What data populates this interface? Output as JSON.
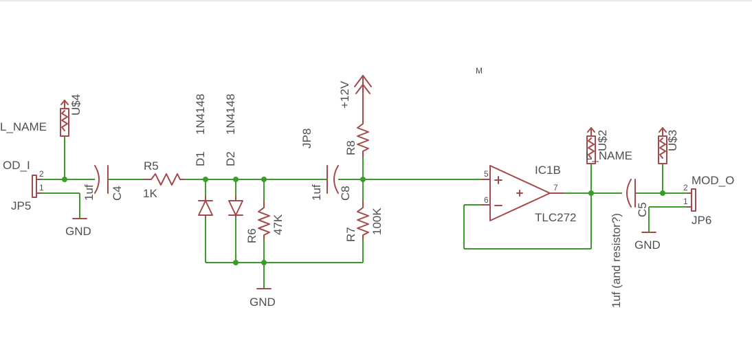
{
  "labels": {
    "us4_name": "L_NAME",
    "us4_ref": "U$4",
    "us2_name": "L_NAME",
    "us2_ref": "U$2",
    "us3_ref": "U$3",
    "jp5_net": "OD_I",
    "jp5_ref": "JP5",
    "jp5_pin2": "2",
    "jp5_pin1": "1",
    "jp6_net": "MOD_O",
    "jp6_ref": "JP6",
    "jp6_pin2": "2",
    "jp6_pin1": "1",
    "c4_ref": "C4",
    "c4_val": "1uf",
    "r5_ref": "R5",
    "r5_val": "1K",
    "d1_ref": "D1",
    "d1_val": "1N4148",
    "d2_ref": "D2",
    "d2_val": "1N4148",
    "r6_ref": "R6",
    "r6_val": "47K",
    "jp8_ref": "JP8",
    "c8_ref": "C8",
    "c8_val": "1uf",
    "r8_ref": "R8",
    "r7_ref": "R7",
    "r7_val": "100K",
    "supply": "+12V",
    "ic_ref": "IC1B",
    "ic_val": "TLC272",
    "pin5": "5",
    "pin6": "6",
    "pin7": "7",
    "c5_ref": "C5",
    "c5_val": "1uf (and resistor?)",
    "gnd1": "GND",
    "gnd2": "GND",
    "gnd3": "GND",
    "stray": "M"
  }
}
